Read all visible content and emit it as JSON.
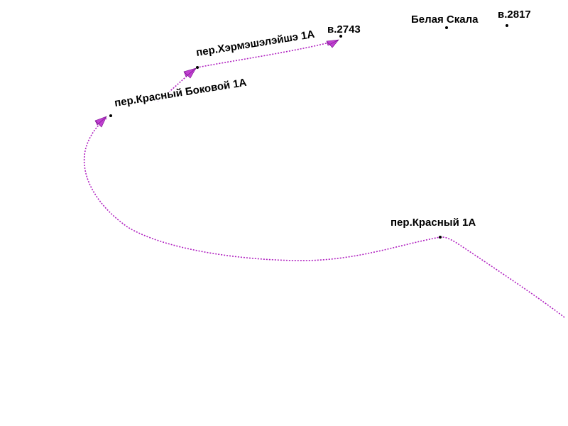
{
  "map": {
    "route_color": "#b020c0",
    "arrow_color": "#c040d0",
    "point_color": "#000000",
    "label_color": "#000000",
    "places": {
      "pereulok_krasny_1a": "пер.Красный 1А",
      "pereulok_krasny_bokovoy_1a": "пер.Красный Боковой 1А",
      "pereulok_hermeshel_1a": "пер.Хэрмэшэлэйшэ 1А",
      "peak_2743": "в.2743",
      "belaya_skala": "Белая Скала",
      "peak_2817": "в.2817"
    }
  }
}
